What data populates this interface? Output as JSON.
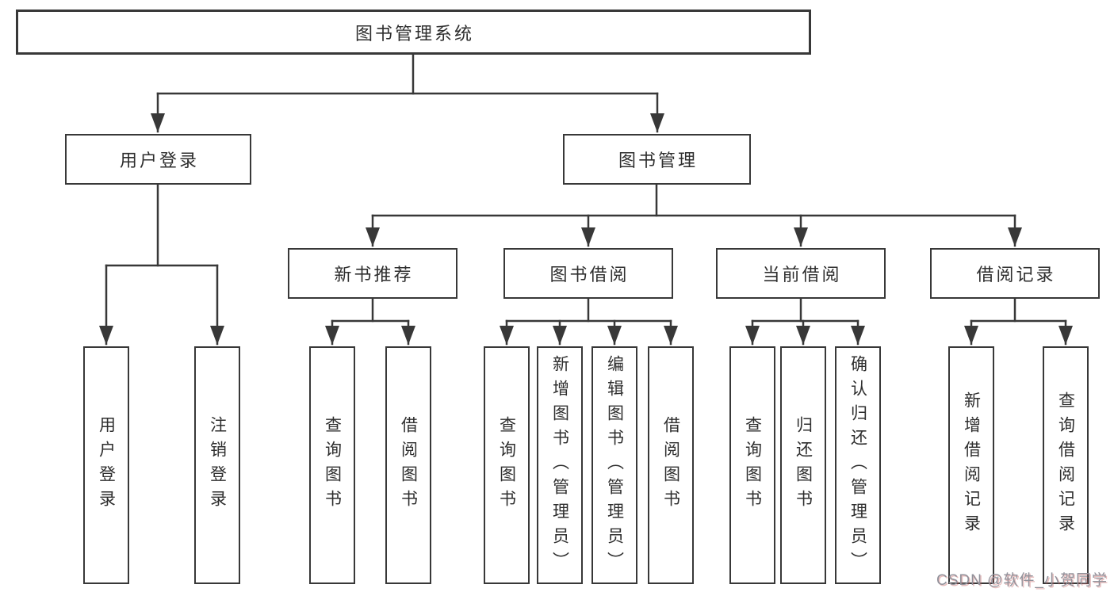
{
  "tree": {
    "label": "图书管理系统",
    "children": [
      {
        "label": "用户登录",
        "children": [
          {
            "label": "用户登录"
          },
          {
            "label": "注销登录"
          }
        ]
      },
      {
        "label": "图书管理",
        "children": [
          {
            "label": "新书推荐",
            "children": [
              {
                "label": "查询图书"
              },
              {
                "label": "借阅图书"
              }
            ]
          },
          {
            "label": "图书借阅",
            "children": [
              {
                "label": "查询图书"
              },
              {
                "label": "新增图书（管理员）"
              },
              {
                "label": "编辑图书（管理员）"
              },
              {
                "label": "借阅图书"
              }
            ]
          },
          {
            "label": "当前借阅",
            "children": [
              {
                "label": "查询图书"
              },
              {
                "label": "归还图书"
              },
              {
                "label": "确认归还（管理员）"
              }
            ]
          },
          {
            "label": "借阅记录",
            "children": [
              {
                "label": "新增借阅记录"
              },
              {
                "label": "查询借阅记录"
              }
            ]
          }
        ]
      }
    ]
  },
  "colors": {
    "line": "#383838",
    "text": "#2e2e2e",
    "background": "#ffffff",
    "watermark": "#92929b"
  },
  "watermark": {
    "text": "CSDN @软件_小贺同学"
  }
}
